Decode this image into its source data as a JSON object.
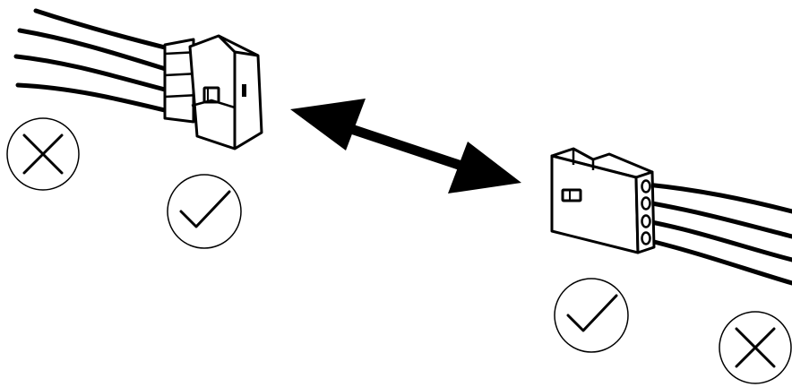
{
  "colors": {
    "stroke": "#000000",
    "fill": "#ffffff",
    "background": "#ffffff"
  },
  "marks": {
    "incorrect": "cross-icon",
    "correct": "checkmark-icon"
  },
  "connectors": {
    "left": {
      "kind": "male-plug",
      "wire_count": 4
    },
    "right": {
      "kind": "female-socket",
      "wire_count": 4,
      "pin_count": 4
    }
  },
  "relation": "double-headed-arrow"
}
